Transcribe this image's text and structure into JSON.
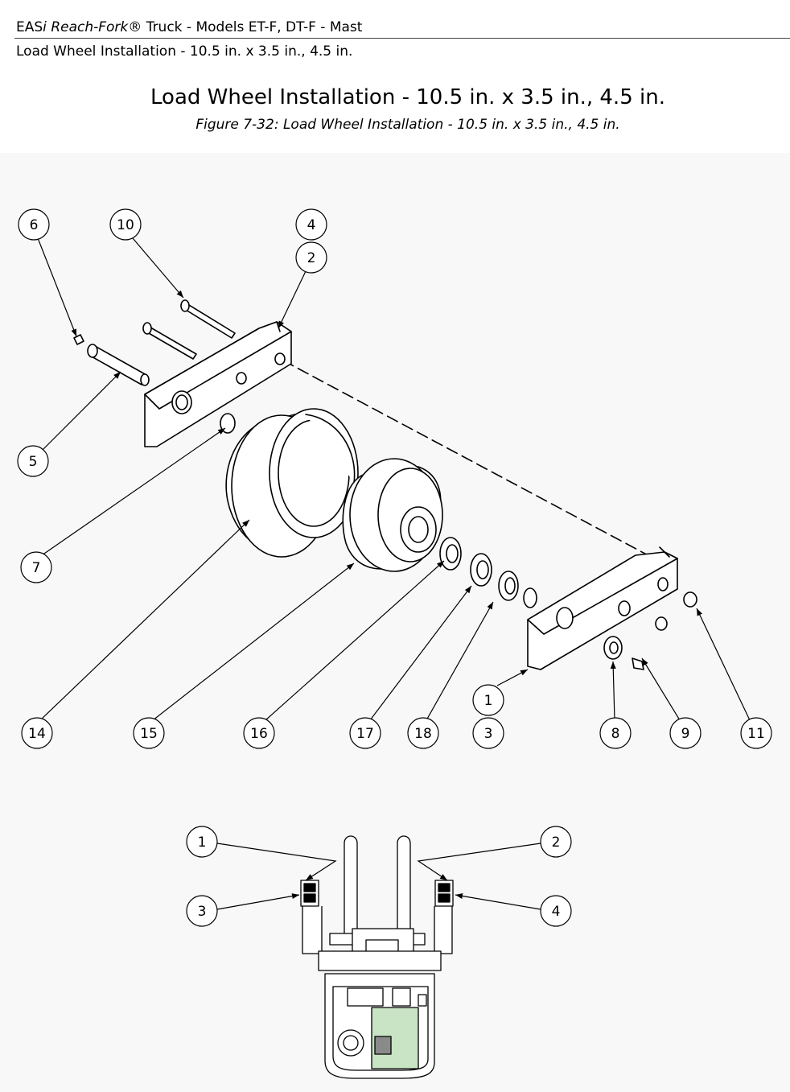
{
  "header": {
    "brand_prefix": "EAS",
    "brand_i": "i",
    "brand_name": "Reach-Fork",
    "brand_rest": "® Truck - Models ET-F, DT-F - Mast",
    "section": "Load Wheel Installation - 10.5 in. x 3.5 in., 4.5 in."
  },
  "title": "Load Wheel Installation - 10.5 in. x 3.5 in., 4.5 in.",
  "caption": "Figure 7-32: Load Wheel Installation - 10.5 in. x 3.5 in., 4.5 in.",
  "callouts": {
    "c6": "6",
    "c10": "10",
    "c4": "4",
    "c2": "2",
    "c5": "5",
    "c7": "7",
    "c1": "1",
    "c3": "3",
    "c14": "14",
    "c15": "15",
    "c16": "16",
    "c17": "17",
    "c18": "18",
    "c8": "8",
    "c9": "9",
    "c11": "11"
  },
  "locator_callouts": {
    "l1": "1",
    "l2": "2",
    "l3": "3",
    "l4": "4"
  }
}
